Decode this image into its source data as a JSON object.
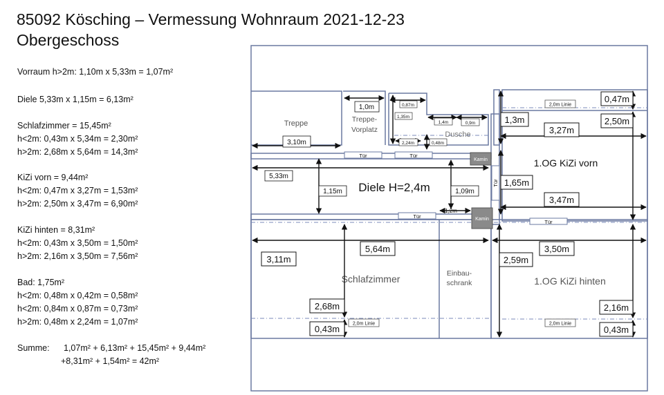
{
  "title": {
    "line1": "85092 Kösching – Vermessung Wohnraum 2021-12-23",
    "line2": "Obergeschoss"
  },
  "calculations": [
    "Vorraum  h>2m: 1,10m x 5,33m = 1,07m²",
    "Diele 5,33m x 1,15m = 6,13m²",
    "Schlafzimmer = 15,45m²",
    "h<2m: 0,43m x 5,34m = 2,30m²",
    "h>2m: 2,68m x 5,64m = 14,3m²",
    "KiZi vorn = 9,44m²",
    "h<2m: 0,47m x 3,27m = 1,53m²",
    "h>2m: 2,50m x 3,47m = 6,90m²",
    "KiZi hinten = 8,31m²",
    "h<2m: 0,43m x 3,50m = 1,50m²",
    "h>2m: 2,16m x 3,50m = 7,56m²",
    "Bad: 1,75m²",
    "h<2m: 0,48m x 0,42m = 0,58m²",
    "h<2m: 0,84m x 0,87m = 0,73m²",
    "h>2m: 0,48m x 2,24m = 1,07m²"
  ],
  "summe": {
    "label": "Summe:",
    "line1": "1,07m² + 6,13m² + 15,45m² + 9,44m²",
    "line2": "+8,31m² + 1,54m²  =  42m²"
  },
  "plan": {
    "rooms": {
      "treppe": "Treppe",
      "vorplatz1": "Treppe-",
      "vorplatz2": "Vorplatz",
      "dusche": "Dusche",
      "diele": "Diele H=2,4m",
      "kizi_vorn": "1.OG KiZi vorn",
      "schlafzimmer": "Schlafzimmer",
      "einbau1": "Einbau-",
      "einbau2": "schrank",
      "kizi_hinten": "1.OG KiZi hinten"
    },
    "doors": {
      "tuer": "Tür",
      "kamin": "Kamin"
    },
    "linie": "2,0m Linie",
    "dims": {
      "d_3_10": "3,10m",
      "d_1_0": "1,0m",
      "d_0_87": "0,87m",
      "d_1_35": "1,35m",
      "d_1_4": "1,4m",
      "d_0_9": "0,9m",
      "d_2_24": "2,24m",
      "d_0_48": "0,48m",
      "d_5_33": "5,33m",
      "d_1_15": "1,15m",
      "d_1_09": "1,09m",
      "d_1_2": "1,2m",
      "d_0_47": "0,47m",
      "d_1_3": "1,3m",
      "d_3_27": "3,27m",
      "d_2_50": "2,50m",
      "d_1_65": "1,65m",
      "d_3_47": "3,47m",
      "d_3_11": "3,11m",
      "d_5_64": "5,64m",
      "d_2_68": "2,68m",
      "d_0_43a": "0,43m",
      "d_3_50": "3,50m",
      "d_2_59": "2,59m",
      "d_2_16": "2,16m",
      "d_0_43b": "0,43m"
    }
  },
  "colors": {
    "wall": "#6a78a0",
    "dash": "#7a8ab8",
    "kamin": "#8a8a8a",
    "arrow": "#111111"
  }
}
